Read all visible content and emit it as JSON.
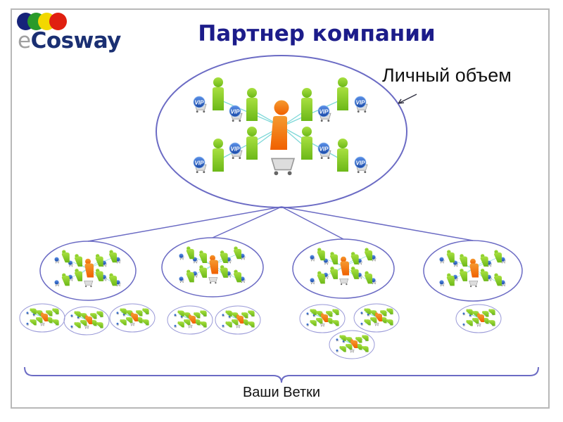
{
  "logo": {
    "prefix": "e",
    "name": "Cosway",
    "dot_colors": [
      "#16237a",
      "#2a9a2a",
      "#f2d800",
      "#e02010"
    ]
  },
  "title": "Партнер компании",
  "personal_volume_label": "Личный объем",
  "footer_label": "Ваши Ветки",
  "vip_badge_text": "VIP",
  "colors": {
    "title": "#1c1c8a",
    "ellipse": "#6b6bc4",
    "link": "#7fd8d8",
    "partner": "#f07a10",
    "member": "#86c822",
    "vip": "#2a62c8"
  }
}
